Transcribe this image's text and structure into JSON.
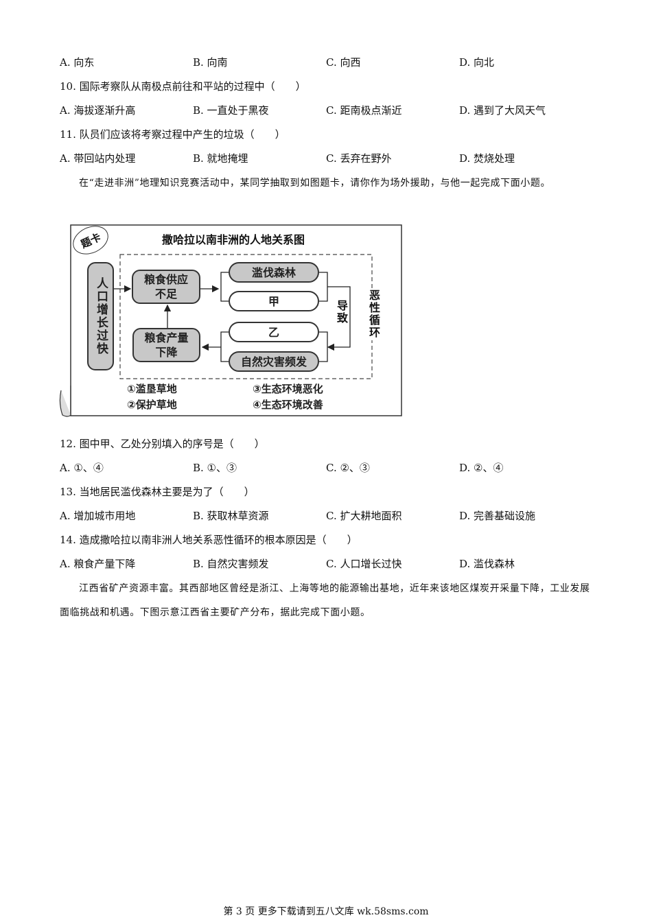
{
  "q9_options": [
    "A. 向东",
    "B. 向南",
    "C. 向西",
    "D. 向北"
  ],
  "q10": {
    "stem": "10. 国际考察队从南极点前往和平站的过程中（　　）",
    "options": [
      "A. 海拔逐渐升高",
      "B. 一直处于黑夜",
      "C. 距南极点渐近",
      "D. 遇到了大风天气"
    ]
  },
  "q11": {
    "stem": "11. 队员们应该将考察过程中产生的垃圾（　　）",
    "options": [
      "A. 带回站内处理",
      "B. 就地掩埋",
      "C. 丢弃在野外",
      "D. 焚烧处理"
    ]
  },
  "intro1": "在“走进非洲”地理知识竞赛活动中，某同学抽取到如图题卡，请你作为场外援助，与他一起完成下面小题。",
  "figure": {
    "badge": "题卡",
    "title": "撒哈拉以南非洲的人地关系图",
    "population": "人口增长过快",
    "food_shortage": "粮食供应不足",
    "food_decline": "粮食产量下降",
    "deforest": "滥伐森林",
    "jia": "甲",
    "yi": "乙",
    "disaster": "自然灾害频发",
    "lead_to": "导致",
    "vicious": "恶性循环",
    "legend": [
      "①滥垦草地",
      "②保护草地",
      "③生态环境恶化",
      "④生态环境改善"
    ]
  },
  "q12": {
    "stem": "12. 图中甲、乙处分别填入的序号是（　　）",
    "options": [
      "A. ①、④",
      "B. ①、③",
      "C. ②、③",
      "D. ②、④"
    ]
  },
  "q13": {
    "stem": "13. 当地居民滥伐森林主要是为了（　　）",
    "options": [
      "A. 增加城市用地",
      "B. 获取林草资源",
      "C. 扩大耕地面积",
      "D. 完善基础设施"
    ]
  },
  "q14": {
    "stem": "14. 造成撒哈拉以南非洲人地关系恶性循环的根本原因是（　　）",
    "options": [
      "A. 粮食产量下降",
      "B. 自然灾害频发",
      "C. 人口增长过快",
      "D. 滥伐森林"
    ]
  },
  "intro2": "江西省矿产资源丰富。其西部地区曾经是浙江、上海等地的能源输出基地，近年来该地区煤炭开采量下降，工业发展面临挑战和机遇。下图示意江西省主要矿产分布，据此完成下面小题。",
  "footer": "第 3 页  更多下载请到五八文库 wk.58sms.com"
}
